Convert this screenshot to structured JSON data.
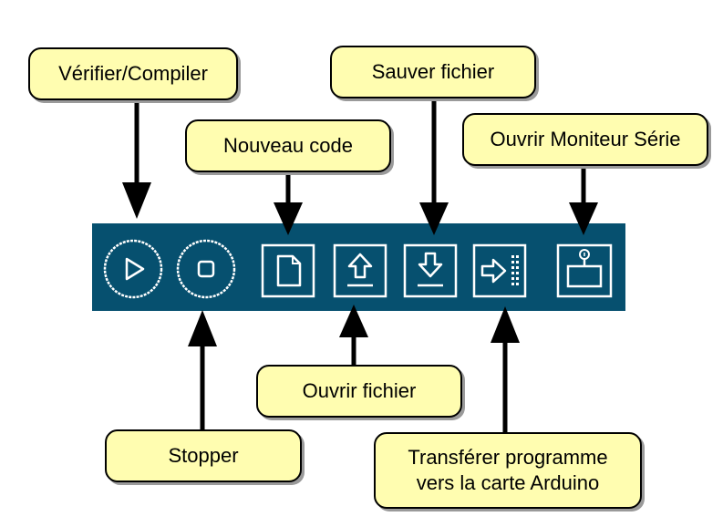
{
  "colors": {
    "toolbar_bg": "#06506f",
    "bubble_bg": "#fffdb0",
    "icon_stroke": "#ffffff"
  },
  "labels": {
    "verify": "Vérifier/Compiler",
    "new_code": "Nouveau code",
    "save_file": "Sauver fichier",
    "serial_monitor": "Ouvrir Moniteur Série",
    "stop": "Stopper",
    "open_file": "Ouvrir fichier",
    "upload_line1": "Transférer programme",
    "upload_line2": "vers la carte Arduino"
  },
  "toolbar": {
    "buttons": [
      {
        "name": "verify-button",
        "icon": "play-icon"
      },
      {
        "name": "stop-button",
        "icon": "stop-icon"
      },
      {
        "name": "new-button",
        "icon": "new-file-icon"
      },
      {
        "name": "open-button",
        "icon": "upload-arrow-icon"
      },
      {
        "name": "save-button",
        "icon": "download-arrow-icon"
      },
      {
        "name": "upload-button",
        "icon": "right-arrow-icon"
      },
      {
        "name": "serial-monitor-button",
        "icon": "monitor-icon"
      }
    ]
  }
}
